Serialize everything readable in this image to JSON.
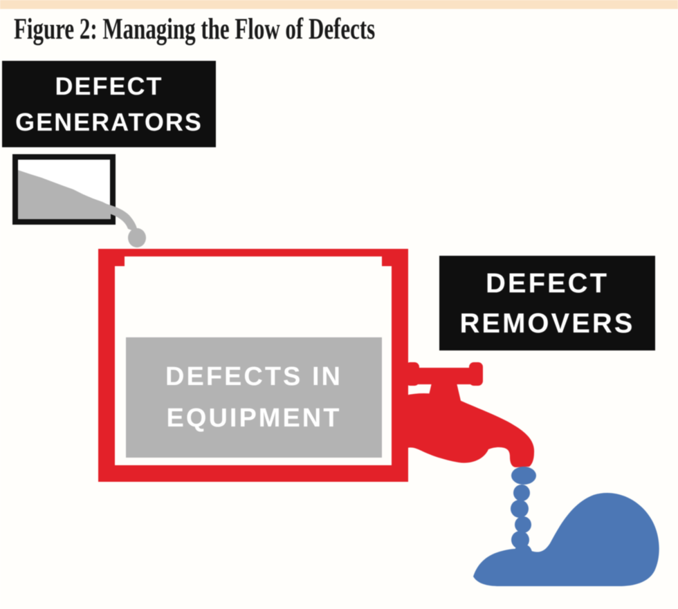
{
  "title": "Figure 2: Managing the Flow of Defects",
  "theme": {
    "page_background": "#FFFEFB",
    "header_strip": "#FAE2C4",
    "box_black": "#0F0F0F",
    "defect_red": "#E32129",
    "removed_blue": "#4C77B5",
    "defect_gray": "#B3B3B3",
    "outline_black": "#131313",
    "interior_white": "#FFFFFF",
    "label_text": "#FFFFFF",
    "title_text": "#1A1A1A"
  },
  "labels": {
    "generators": {
      "line1": "DEFECT",
      "line2": "GENERATORS"
    },
    "removers": {
      "line1": "DEFECT",
      "line2": "REMOVERS"
    },
    "tank": {
      "line1": "DEFECTS IN",
      "line2": "EQUIPMENT"
    }
  },
  "icons": {
    "pour_container": "black-outlined box tilted full of gray defects",
    "pour_stream": "gray stream with droplet falling into tank",
    "equipment_tank": "thick red open-top tank outline",
    "drain_faucet": "red tap with cross handle on tank right side",
    "drip_stream": "blue beaded drip stream from faucet spout",
    "removed_pile": "blue mound of removed defects"
  }
}
